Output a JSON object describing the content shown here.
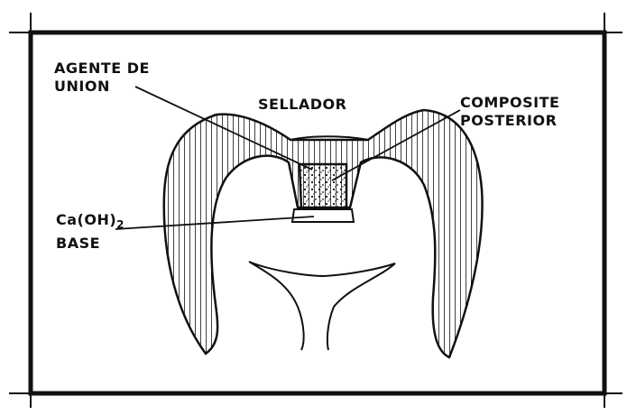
{
  "labels": {
    "agente_line1": "AGENTE DE",
    "agente_line2": "UNION",
    "sellador": "SELLADOR",
    "composite_line1": "COMPOSITE",
    "composite_line2": "POSTERIOR",
    "caoh_main": "Ca(OH)",
    "caoh_sub": "2",
    "base": "BASE"
  },
  "colors": {
    "ink": "#111111",
    "background": "#ffffff"
  }
}
